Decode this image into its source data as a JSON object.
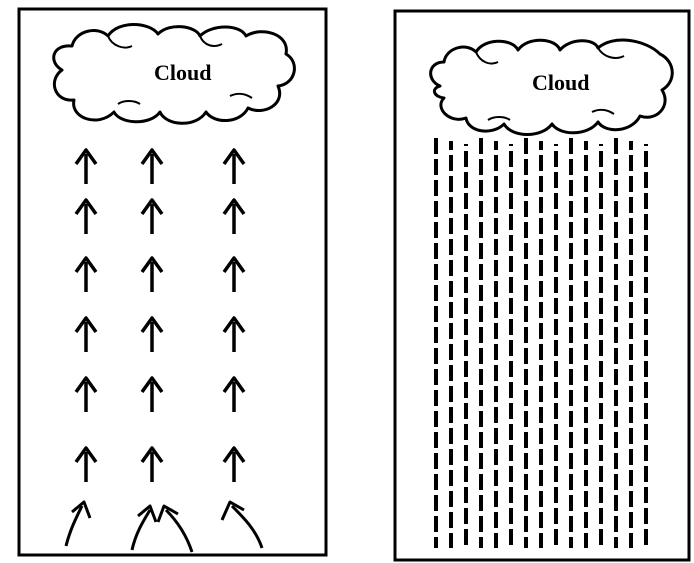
{
  "colors": {
    "ink": "#000000",
    "paper": "#ffffff"
  },
  "panels": [
    {
      "id": "updraft",
      "cloud_label": "Cloud",
      "depiction": "rising-air-arrows-icon",
      "arrow_columns": 3,
      "straight_arrow_rows": 6,
      "bottom_row": "curved-inflow-arrows"
    },
    {
      "id": "rainfall",
      "cloud_label": "Cloud",
      "depiction": "falling-rain-streaks-icon",
      "rain_columns": 15
    }
  ]
}
